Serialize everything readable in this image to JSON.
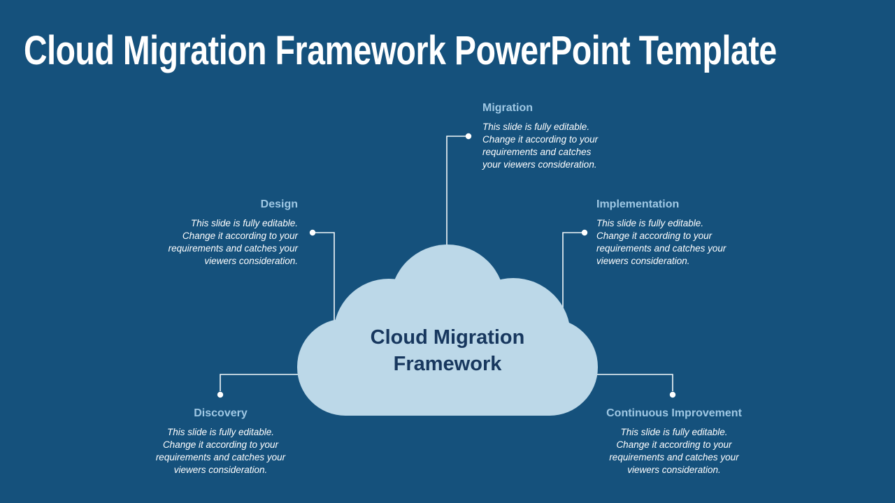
{
  "slide_title": "Cloud Migration Framework PowerPoint Template",
  "cloud": {
    "label_lines": [
      "Cloud Migration",
      "Framework"
    ]
  },
  "sections": {
    "migration": {
      "title": "Migration",
      "body_lines": [
        "This slide is fully editable.",
        "Change it according to your",
        "requirements and catches",
        "your viewers consideration."
      ]
    },
    "design": {
      "title": "Design",
      "body_lines": [
        "This slide is fully editable.",
        "Change it according to your",
        "requirements and catches your",
        "viewers consideration."
      ]
    },
    "implementation": {
      "title": "Implementation",
      "body_lines": [
        "This slide is fully editable.",
        "Change it according to your",
        "requirements and catches your",
        "viewers consideration."
      ]
    },
    "discovery": {
      "title": "Discovery",
      "body_lines": [
        "This slide is fully editable.",
        "Change it according to your",
        "requirements and catches your",
        "viewers consideration."
      ]
    },
    "continuous_improvement": {
      "title": "Continuous Improvement",
      "body_lines": [
        "This slide is fully editable.",
        "Change it according to your",
        "requirements and catches your",
        "viewers consideration."
      ]
    }
  },
  "colors": {
    "background": "#15517C",
    "title_text": "#FFFFFF",
    "section_title": "#9FC8E4",
    "body_text": "#FFFFFF",
    "cloud_fill": "#BCD8E8",
    "cloud_text": "#17375E",
    "connector": "#F2F7FA"
  }
}
